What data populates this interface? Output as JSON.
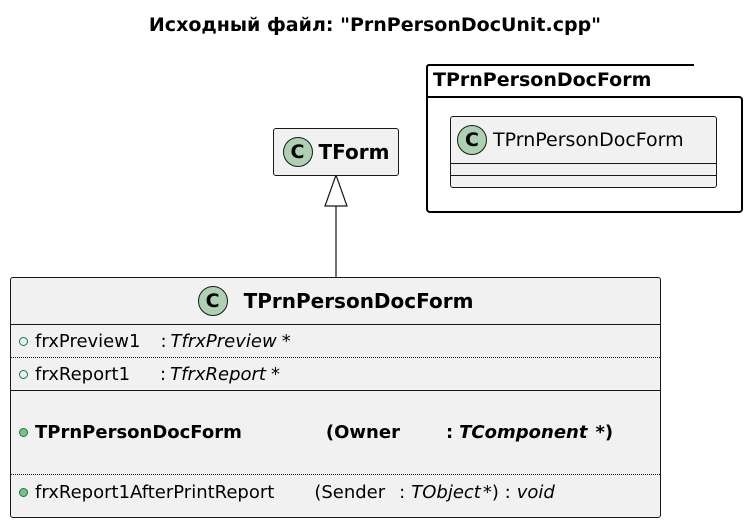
{
  "diagram": {
    "title": "Исходный файл: \"PrnPersonDocUnit.cpp\"",
    "package": {
      "name": "TPrnPersonDocForm",
      "class_name": "TPrnPersonDocForm",
      "class_icon": "C"
    },
    "base_class": {
      "icon": "C",
      "name": "TForm"
    },
    "main_class": {
      "icon": "C",
      "name": "TPrnPersonDocForm",
      "fields": [
        {
          "name": "frxPreview1",
          "sep": ":",
          "type": "TfrxPreview",
          "ptr": "*"
        },
        {
          "name": "frxReport1",
          "sep": ":",
          "type": "TfrxReport",
          "ptr": "*"
        }
      ],
      "constructor": {
        "name": "TPrnPersonDocForm",
        "open": "(Owner",
        "sep": ":",
        "type": "TComponent",
        "close": "*)"
      },
      "method": {
        "name": "frxReport1AfterPrintReport",
        "open": "(Sender",
        "sep": ":",
        "type": "TObject",
        "close": "*) :",
        "ret": "void"
      }
    },
    "relation": "inheritance",
    "colors": {
      "class_fill": "#f1f1f1",
      "class_icon": "#add1b2",
      "visibility_public": "#84be84",
      "border": "#181818"
    }
  }
}
